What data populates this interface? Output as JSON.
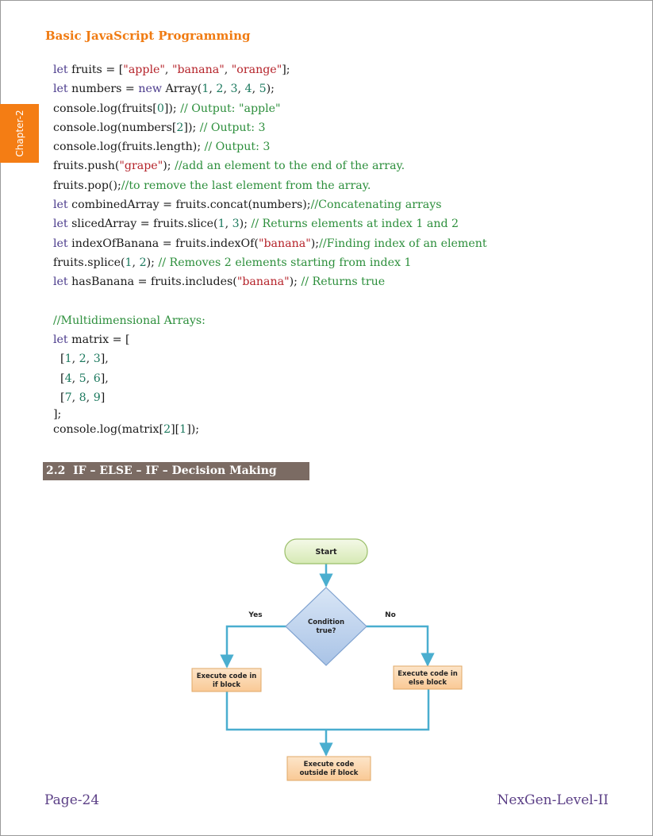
{
  "header": {
    "running_title": "Basic JavaScript Programming"
  },
  "chapter_tab": {
    "label": "Chapter-2"
  },
  "code": {
    "l1": [
      "let",
      " fruits = [",
      "\"apple\"",
      ", ",
      "\"banana\"",
      ", ",
      "\"orange\"",
      "];"
    ],
    "l2": [
      "let",
      " numbers = ",
      "new",
      " Array(",
      "1",
      ", ",
      "2",
      ", ",
      "3",
      ", ",
      "4",
      ", ",
      "5",
      ");"
    ],
    "l3": [
      "console.log(fruits[",
      "0",
      "]); ",
      "// Output: \"apple\""
    ],
    "l4": [
      "console.log(numbers[",
      "2",
      "]); ",
      "// Output: 3"
    ],
    "l5": [
      "console.log(fruits.length); ",
      "// Output: 3"
    ],
    "l6": [
      "fruits.push(",
      "\"grape\"",
      "); ",
      "//add an element to the end of the array."
    ],
    "l7": [
      "fruits.pop();",
      "//to remove the last element from the array."
    ],
    "l8": [
      "let",
      " combinedArray = fruits.concat(numbers);",
      "//Concatenating arrays"
    ],
    "l9": [
      "let",
      " slicedArray = fruits.slice(",
      "1",
      ", ",
      "3",
      "); ",
      "// Returns elements at index 1 and 2"
    ],
    "l10": [
      "let",
      " indexOfBanana = fruits.indexOf(",
      "\"banana\"",
      ");",
      "//Finding index of an element"
    ],
    "l11": [
      "fruits.splice(",
      "1",
      ", ",
      "2",
      "); ",
      "// Removes 2 elements starting from index 1"
    ],
    "l12": [
      "let",
      " hasBanana = fruits.includes(",
      "\"banana\"",
      "); ",
      "// Returns true"
    ],
    "l13": [
      "//Multidimensional Arrays:"
    ],
    "l14": [
      "let",
      " matrix = ["
    ],
    "l15": [
      "  [",
      "1",
      ", ",
      "2",
      ", ",
      "3",
      "],"
    ],
    "l16": [
      "  [",
      "4",
      ", ",
      "5",
      ", ",
      "6",
      "],"
    ],
    "l17": [
      "  [",
      "7",
      ", ",
      "8",
      ", ",
      "9",
      "]"
    ],
    "l18": [
      "];"
    ],
    "l19": [
      "console.log(matrix[",
      "2",
      "][",
      "1",
      "]);"
    ]
  },
  "section": {
    "heading": "2.2  IF – ELSE – IF – Decision Making"
  },
  "flowchart": {
    "start": "Start",
    "condition_line1": "Condition",
    "condition_line2": "true?",
    "yes": "Yes",
    "no": "No",
    "if_block_line1": "Execute code in",
    "if_block_line2": "if block",
    "else_block_line1": "Execute code in",
    "else_block_line2": "else block",
    "outside_line1": "Execute code",
    "outside_line2": "outside if block"
  },
  "footer": {
    "page": "Page-24",
    "book": "NexGen-Level-II"
  },
  "colors": {
    "accent": "#f47d14",
    "keyword": "#4b3b8c",
    "string": "#b5232a",
    "number": "#1d7a5f",
    "comment": "#2d8f3c",
    "heading_bar": "#7b6b63",
    "footer_text": "#5b3f86",
    "connector": "#4aaecf"
  }
}
